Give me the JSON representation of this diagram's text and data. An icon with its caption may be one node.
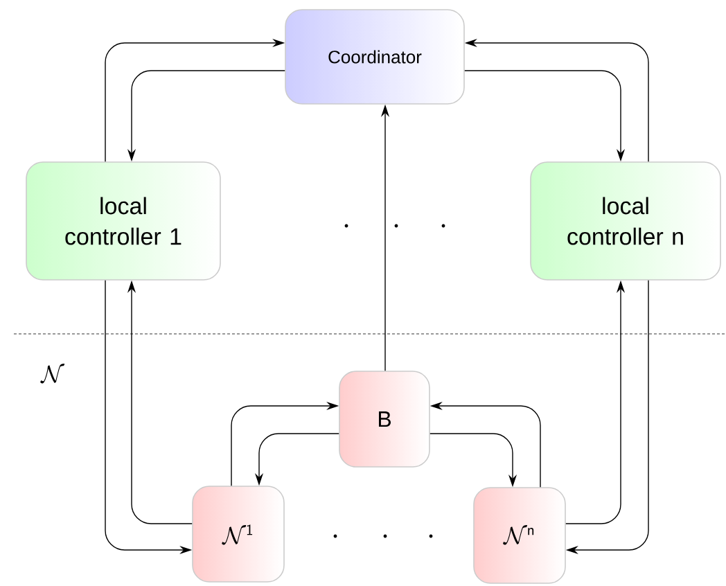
{
  "diagram": {
    "nodes": [
      {
        "text": [
          "Coordinator"
        ]
      },
      {
        "text": [
          "local controller 1"
        ]
      },
      {
        "text": [
          "local controller n"
        ]
      },
      {
        "text": [
          "B"
        ]
      },
      {
        "text": [
          "\\mathcal{N}^{\\mathsf{1}}"
        ]
      },
      {
        "text": [
          "\\mathcal{N}^{\\mathsf{n}}"
        ]
      }
    ],
    "edges": [
      {
        "from": 1,
        "to": 0,
        "arrow": "to"
      },
      {
        "from": 0,
        "to": 1,
        "arrow": "to"
      },
      {
        "from": 2,
        "to": 0,
        "arrow": "to"
      },
      {
        "from": 0,
        "to": 2,
        "arrow": "to"
      },
      {
        "from": 3,
        "to": 0,
        "arrow": "to"
      },
      {
        "from": 4,
        "to": 1,
        "arrow": "to"
      },
      {
        "from": 1,
        "to": 4,
        "arrow": "to"
      },
      {
        "from": 5,
        "to": 2,
        "arrow": "to"
      },
      {
        "from": 2,
        "to": 5,
        "arrow": "to"
      },
      {
        "from": 4,
        "to": 3,
        "arrow": "to"
      },
      {
        "from": 3,
        "to": 4,
        "arrow": "to"
      },
      {
        "from": 5,
        "to": 3,
        "arrow": "to"
      },
      {
        "from": 3,
        "to": 5,
        "arrow": "to"
      }
    ],
    "labels": [
      "\\mathcal{N}"
    ]
  }
}
